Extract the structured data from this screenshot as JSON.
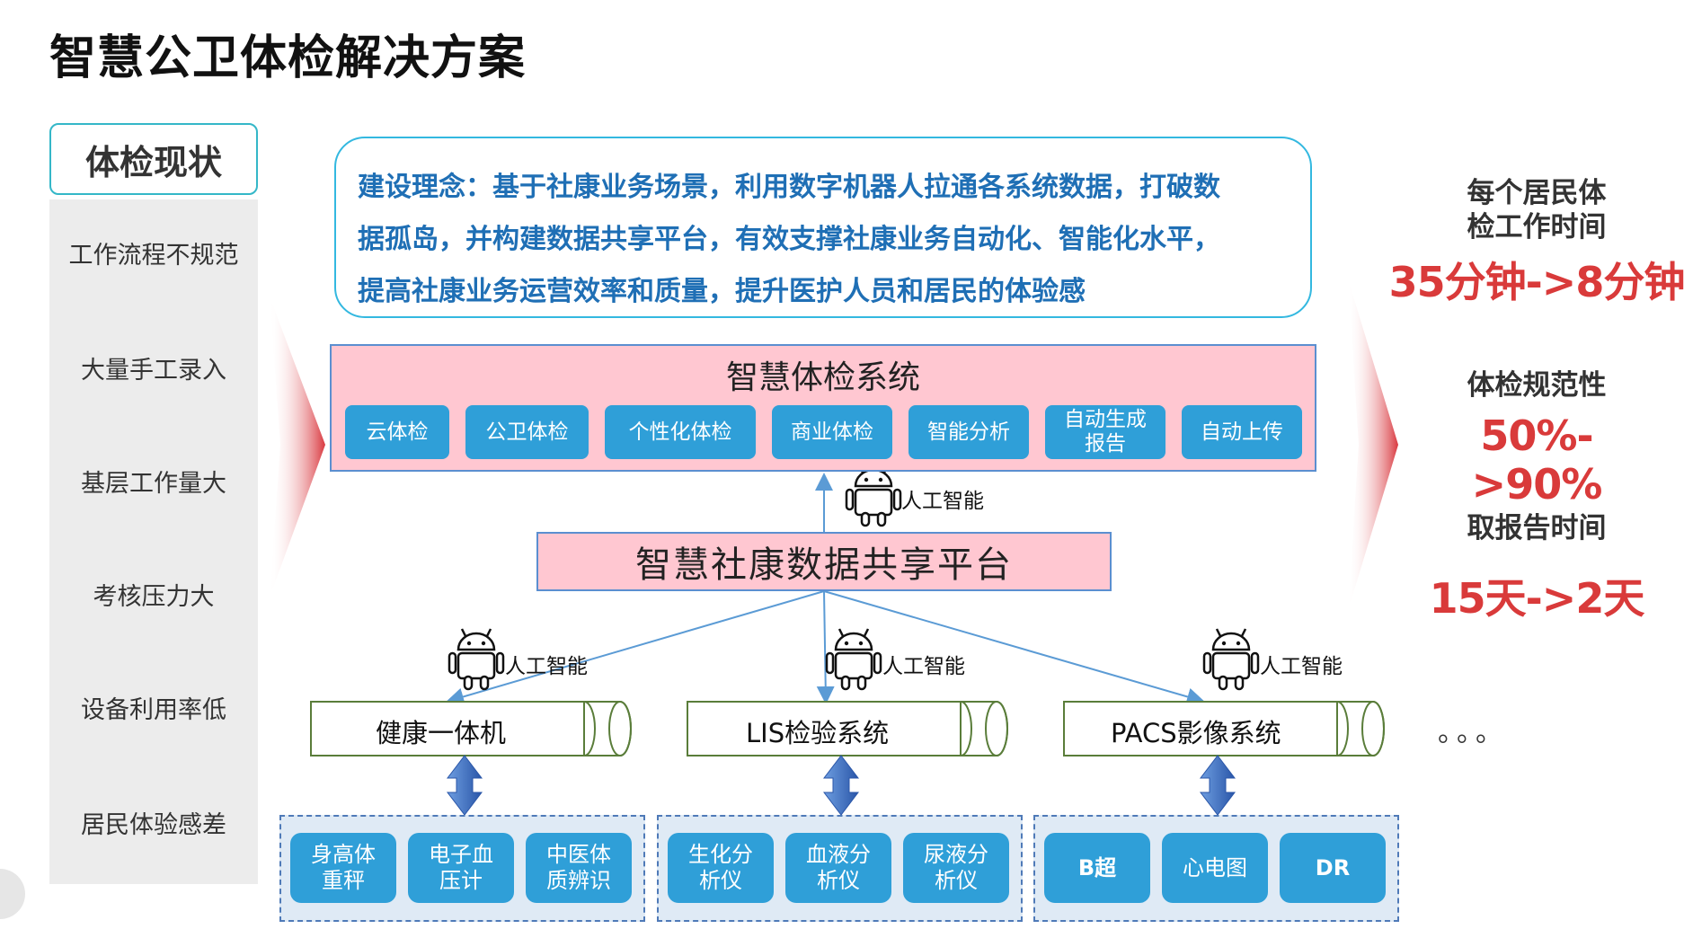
{
  "title": "智慧公卫体检解决方案",
  "status": {
    "heading": "体检现状",
    "items": [
      "工作流程不规范",
      "大量手工录入",
      "基层工作量大",
      "考核压力大",
      "设备利用率低",
      "居民体验感差"
    ]
  },
  "concept": {
    "lines": [
      "建设理念：基于社康业务场景，利用数字机器人拉通各系统数据，打破数",
      "据孤岛，并构建数据共享平台，有效支撑社康业务自动化、智能化水平，",
      "提高社康业务运营效率和质量，提升医护人员和居民的体验感"
    ]
  },
  "system": {
    "title": "智慧体检系统",
    "modules": [
      "云体检",
      "公卫体检",
      "个性化体检",
      "商业体检",
      "智能分析",
      "自动生成\n报告",
      "自动上传"
    ]
  },
  "ai_label": "人工智能",
  "platform": "智慧社康数据共享平台",
  "subsystems": [
    {
      "name": "健康一体机",
      "devices": [
        "身高体\n重秤",
        "电子血\n压计",
        "中医体\n质辨识"
      ]
    },
    {
      "name": "LIS检验系统",
      "devices": [
        "生化分\n析仪",
        "血液分\n析仪",
        "尿液分\n析仪"
      ]
    },
    {
      "name": "PACS影像系统",
      "devices": [
        "B超",
        "心电图",
        "DR"
      ]
    }
  ],
  "ellipsis": "。。。",
  "metrics": [
    {
      "label": "每个居民体\n检工作时间",
      "value": "35分钟->8分钟"
    },
    {
      "label": "体检规范性",
      "value": "50%->90%"
    },
    {
      "label": "取报告时间",
      "value": "15天->2天"
    }
  ],
  "colors": {
    "accent_blue": "#2f9fd8",
    "pink": "#ffc7d1",
    "red": "#d93a3a",
    "concept_text": "#1f6fb5"
  }
}
